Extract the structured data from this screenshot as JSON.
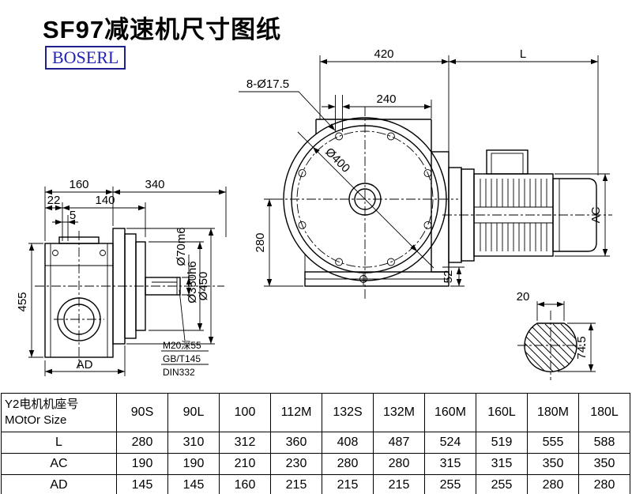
{
  "title": "SF97减速机尺寸图纸",
  "brand": "BOSERL",
  "drawing": {
    "front": {
      "d420": "420",
      "dL": "L",
      "holes": "8-Ø17.5",
      "d240": "240",
      "d400": "Ø400",
      "d280": "280",
      "d52": "52",
      "dAC": "AC"
    },
    "side": {
      "d160": "160",
      "d340": "340",
      "d22": "22",
      "d140": "140",
      "d5": "5",
      "d455": "455",
      "dAD": "AD",
      "d70": "Ø70m6",
      "d350": "Ø350h6",
      "d450": "Ø450",
      "thread": "M20深55",
      "std1": "GB/T145",
      "std2": "DIN332"
    },
    "section": {
      "d20": "20",
      "d745": "74.5"
    }
  },
  "table": {
    "header_cn": "Y2电机机座号",
    "header_en": "MOtOr Size",
    "columns": [
      "90S",
      "90L",
      "100",
      "112M",
      "132S",
      "132M",
      "160M",
      "160L",
      "180M",
      "180L"
    ],
    "rows": [
      {
        "label": "L",
        "values": [
          "280",
          "310",
          "312",
          "360",
          "408",
          "487",
          "524",
          "519",
          "555",
          "588"
        ]
      },
      {
        "label": "AC",
        "values": [
          "190",
          "190",
          "210",
          "230",
          "280",
          "280",
          "315",
          "315",
          "350",
          "350"
        ]
      },
      {
        "label": "AD",
        "values": [
          "145",
          "145",
          "160",
          "215",
          "215",
          "215",
          "255",
          "255",
          "280",
          "280"
        ]
      }
    ]
  }
}
